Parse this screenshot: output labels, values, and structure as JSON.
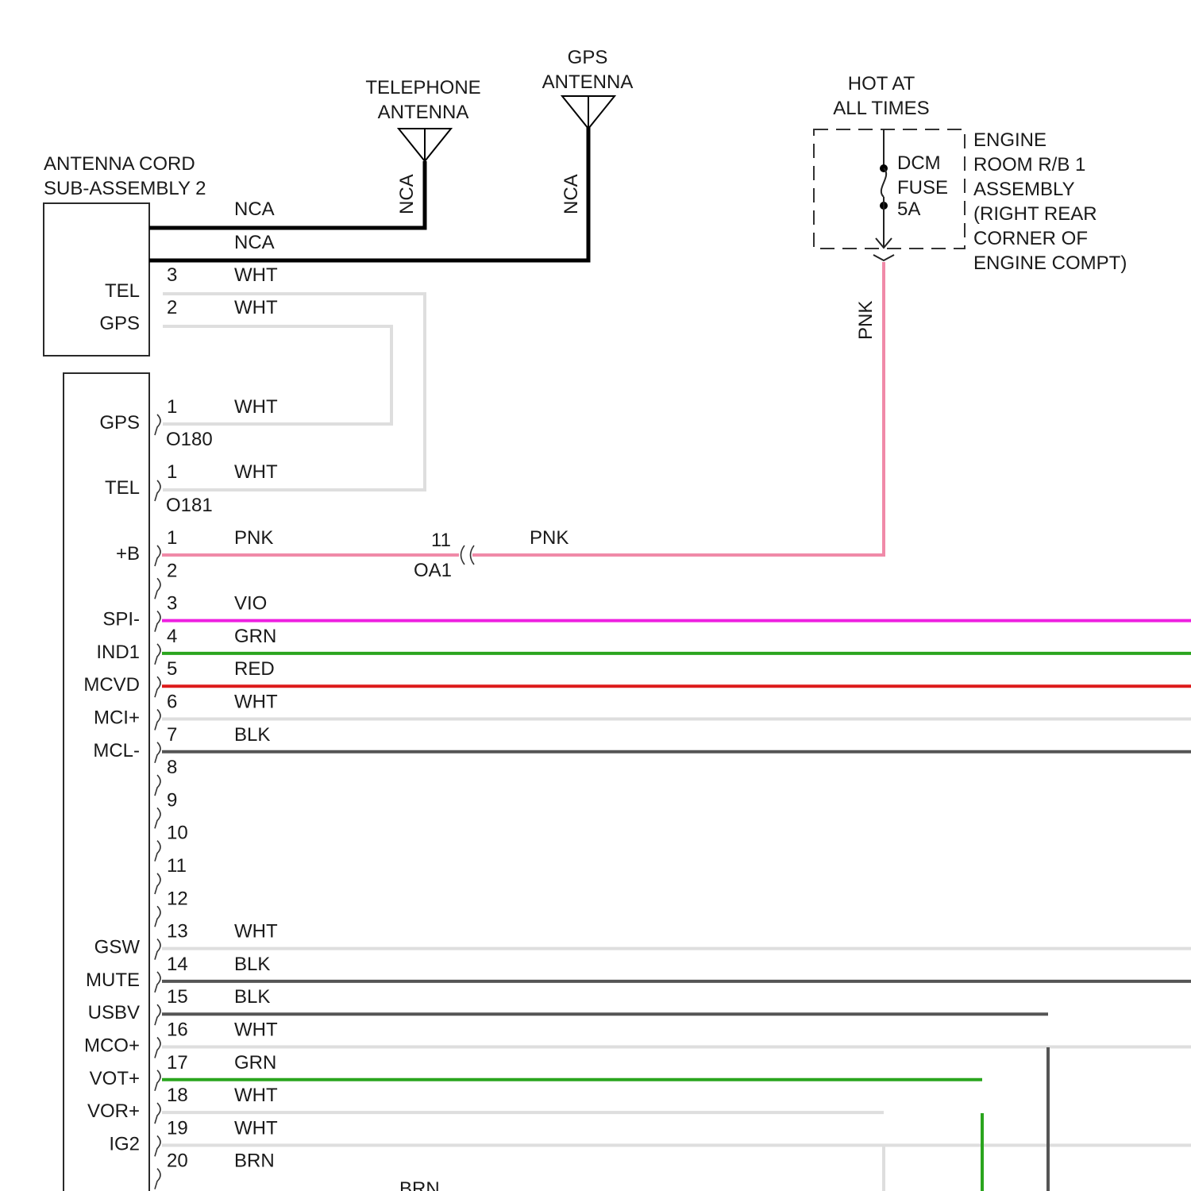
{
  "antenna_cord": {
    "title_line1": "ANTENNA CORD",
    "title_line2": "SUB-ASSEMBLY 2",
    "pins": [
      {
        "num": "3",
        "name": "TEL",
        "color": "WHT"
      },
      {
        "num": "2",
        "name": "GPS",
        "color": "WHT"
      }
    ],
    "nca_wires": [
      "NCA",
      "NCA"
    ]
  },
  "telephone_antenna": {
    "line1": "TELEPHONE",
    "line2": "ANTENNA",
    "wire_label": "NCA"
  },
  "gps_antenna": {
    "line1": "GPS",
    "line2": "ANTENNA",
    "wire_label": "NCA"
  },
  "power_source": {
    "line1": "HOT AT",
    "line2": "ALL TIMES",
    "fuse_line1": "DCM",
    "fuse_line2": "FUSE",
    "fuse_line3": "5A",
    "box_label": [
      "ENGINE",
      "ROOM R/B 1",
      "ASSEMBLY",
      "(RIGHT REAR",
      "CORNER OF",
      "ENGINE COMPT)"
    ],
    "wire_label": "PNK"
  },
  "connectors": {
    "o180": {
      "id": "O180",
      "pin": "1",
      "name": "GPS",
      "color": "WHT"
    },
    "o181": {
      "id": "O181",
      "pin": "1",
      "name": "TEL",
      "color": "WHT"
    },
    "oa1": {
      "id": "OA1",
      "pin": "11",
      "color_right": "PNK"
    }
  },
  "dcm_pins": [
    {
      "num": "1",
      "name": "+B",
      "color": "PNK",
      "hex": "#f08aa8"
    },
    {
      "num": "2",
      "name": "",
      "color": "",
      "hex": ""
    },
    {
      "num": "3",
      "name": "SPI-",
      "color": "VIO",
      "hex": "#ee1fe0"
    },
    {
      "num": "4",
      "name": "IND1",
      "color": "GRN",
      "hex": "#2aa51e"
    },
    {
      "num": "5",
      "name": "MCVD",
      "color": "RED",
      "hex": "#dd1a1a"
    },
    {
      "num": "6",
      "name": "MCI+",
      "color": "WHT",
      "hex": "#dedede"
    },
    {
      "num": "7",
      "name": "MCL-",
      "color": "BLK",
      "hex": "#555555"
    },
    {
      "num": "8",
      "name": "",
      "color": "",
      "hex": ""
    },
    {
      "num": "9",
      "name": "",
      "color": "",
      "hex": ""
    },
    {
      "num": "10",
      "name": "",
      "color": "",
      "hex": ""
    },
    {
      "num": "11",
      "name": "",
      "color": "",
      "hex": ""
    },
    {
      "num": "12",
      "name": "",
      "color": "",
      "hex": ""
    },
    {
      "num": "13",
      "name": "GSW",
      "color": "WHT",
      "hex": "#dedede"
    },
    {
      "num": "14",
      "name": "MUTE",
      "color": "BLK",
      "hex": "#555555"
    },
    {
      "num": "15",
      "name": "USBV",
      "color": "BLK",
      "hex": "#555555"
    },
    {
      "num": "16",
      "name": "MCO+",
      "color": "WHT",
      "hex": "#dedede"
    },
    {
      "num": "17",
      "name": "VOT+",
      "color": "GRN",
      "hex": "#2aa51e"
    },
    {
      "num": "18",
      "name": "VOR+",
      "color": "WHT",
      "hex": "#dedede"
    },
    {
      "num": "19",
      "name": "IG2",
      "color": "WHT",
      "hex": "#dedede"
    },
    {
      "num": "20",
      "name": "",
      "color": "BRN",
      "hex": "#8b5a2b"
    }
  ],
  "pin20_extra_label": "BRN",
  "colors": {
    "nca": "#000000",
    "white_wire": "#dedede",
    "pink": "#f08aa8",
    "violet": "#ee1fe0",
    "green": "#2aa51e",
    "red": "#dd1a1a",
    "black_wire": "#555555"
  }
}
